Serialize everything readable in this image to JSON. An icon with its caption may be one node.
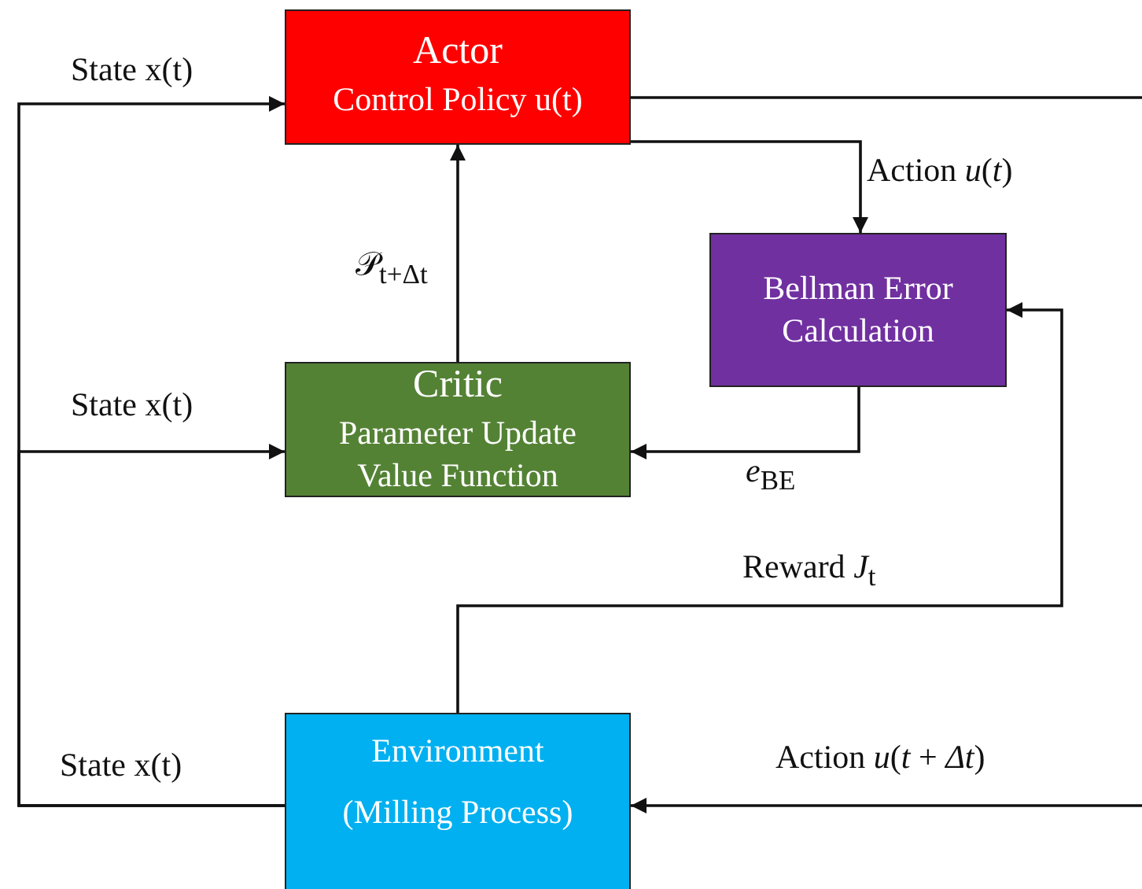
{
  "diagram": {
    "nodes": [
      {
        "text": [
          "Actor",
          "Control Policy u(t)"
        ]
      },
      {
        "text": [
          "Bellman Error Calculation"
        ]
      },
      {
        "text": [
          "Critic",
          "Parameter Update Value Function"
        ]
      },
      {
        "text": [
          "Environment",
          "(Milling Process)"
        ]
      }
    ],
    "edges": [
      {
        "from": 3,
        "to": 0,
        "arrow": "to",
        "label": "State x(t)"
      },
      {
        "from": 3,
        "to": 2,
        "arrow": "to",
        "label": "State x(t)"
      },
      {
        "from": 2,
        "to": 0,
        "arrow": "to",
        "label": "𝒫$_{t+Δt}$"
      },
      {
        "from": 0,
        "to": 1,
        "arrow": "to",
        "label": "Action *u*(*t*)"
      },
      {
        "from": 1,
        "to": 2,
        "arrow": "to",
        "label": "*e*$_{BE}$"
      },
      {
        "from": 3,
        "to": 1,
        "arrow": "to",
        "label": "Reward  *J*$_{t}$"
      },
      {
        "from": 0,
        "to": null,
        "arrow": "none"
      },
      {
        "from": null,
        "to": 3,
        "arrow": "to",
        "label": "Action *u*(*t* + *Δt*)"
      }
    ],
    "labels": [
      "State x(t)"
    ]
  }
}
